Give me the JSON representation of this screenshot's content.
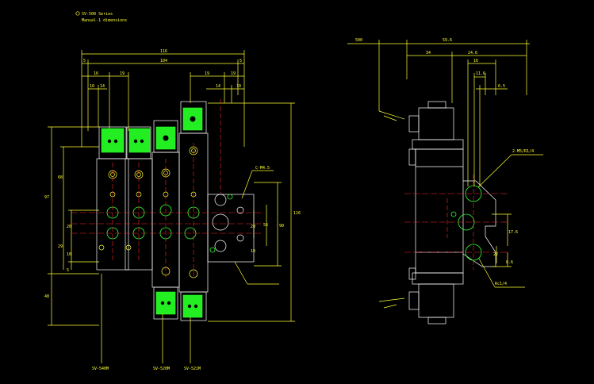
{
  "header": {
    "title": "SV-500 Series",
    "subtitle": "Manual-1 dimensions"
  },
  "front_view": {
    "dims_top": {
      "overall": "116",
      "inner": "104",
      "left_gap": "5",
      "right_gap": "5"
    },
    "dims_pitch": {
      "a": "16",
      "b": "19",
      "c": "19",
      "d": "19"
    },
    "dims_small": {
      "a": "10",
      "b": "14",
      "c": "14",
      "d": "10"
    },
    "dims_left": {
      "total": "97",
      "upper": "68",
      "mid": "20",
      "lower": "29",
      "bottom": "10",
      "base": "5",
      "foot": "48"
    },
    "dims_right": {
      "total": "116",
      "a": "90",
      "b": "56",
      "c": "20",
      "d": "10"
    },
    "hole_note": "C-M4.5",
    "labels": {
      "left": "SV-540M",
      "center": "SV-520M",
      "right": "SV-521M"
    }
  },
  "side_view": {
    "dims_top": {
      "cable": "500",
      "overall": "59.6",
      "a": "34",
      "b": "24.6",
      "c": "16",
      "d": "11.6",
      "e": "6.5"
    },
    "port_top": "2-M5/R1/4",
    "port_bottom": "Rc1/4",
    "dims_right": {
      "a": "17.6",
      "b": "22",
      "c": "8.6"
    }
  }
}
